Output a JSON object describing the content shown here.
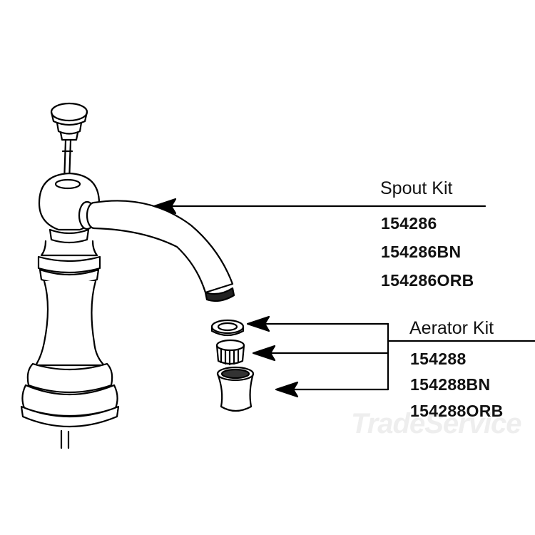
{
  "spout_kit": {
    "title": "Spout Kit",
    "parts": [
      "154286",
      "154286BN",
      "154286ORB"
    ]
  },
  "aerator_kit": {
    "title": "Aerator Kit",
    "parts": [
      "154288",
      "154288BN",
      "154288ORB"
    ]
  },
  "watermark": "TradeService",
  "colors": {
    "line": "#000000",
    "text": "#111111",
    "watermark": "#eeeeee"
  }
}
